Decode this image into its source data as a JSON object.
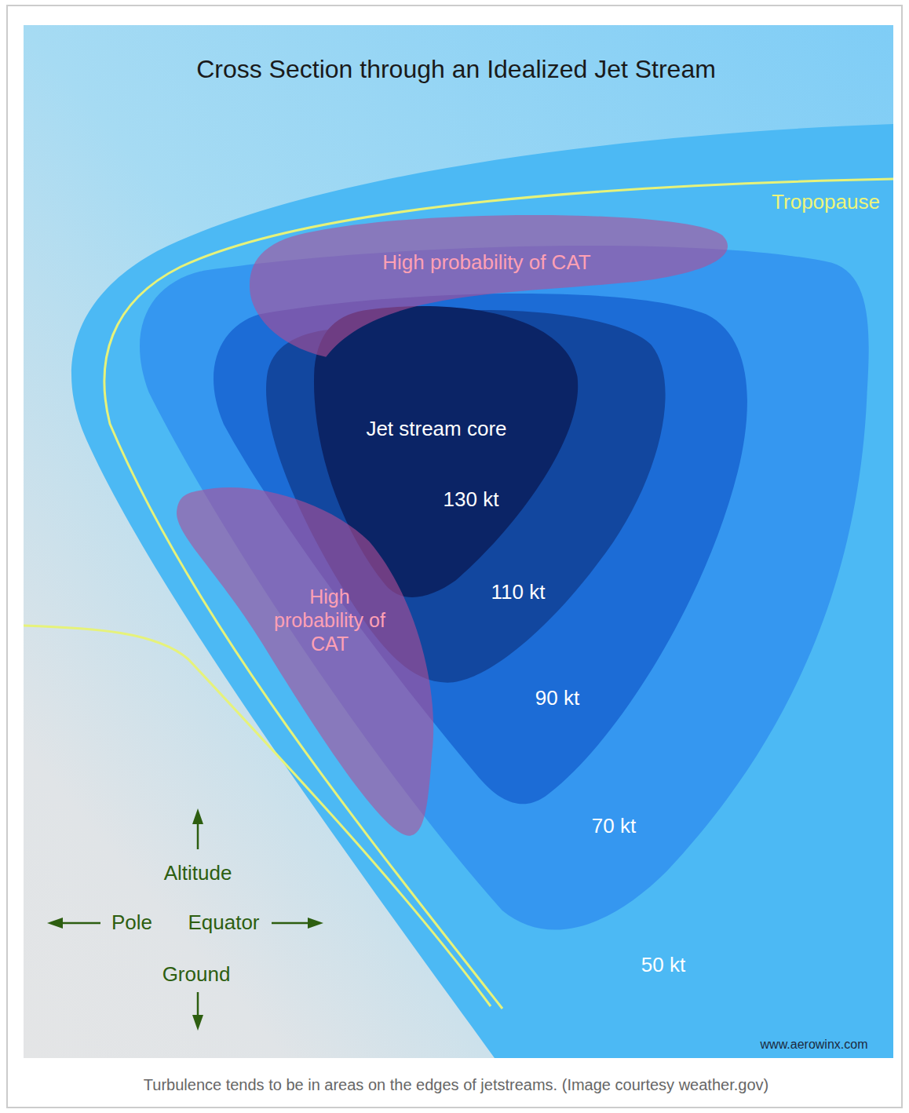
{
  "diagram": {
    "title": "Cross Section through an Idealized Jet Stream",
    "caption": "Turbulence tends to be in areas on the edges of jetstreams. (Image courtesy weather.gov)",
    "nodes": [
      {
        "text": [
          "50 kt"
        ]
      },
      {
        "text": [
          "70 kt"
        ],
        "in": 0
      },
      {
        "text": [
          "90 kt"
        ],
        "in": 1
      },
      {
        "text": [
          "110 kt"
        ],
        "in": 2
      },
      {
        "text": [
          "Jet stream core",
          "130 kt"
        ],
        "in": 3
      },
      {
        "text": [
          "High probability of CAT"
        ]
      },
      {
        "text": [
          "High probability of CAT"
        ]
      }
    ],
    "labels": [
      "Tropopause",
      "Altitude",
      "Pole",
      "Equator",
      "Ground",
      "www.aerowinx.com"
    ]
  }
}
